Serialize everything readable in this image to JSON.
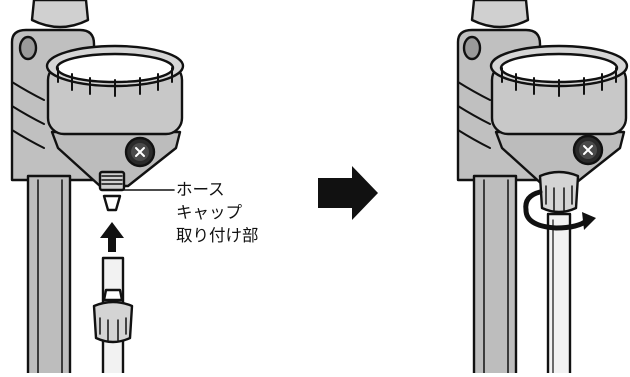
{
  "callout": {
    "lines": [
      "ホース",
      "キャップ",
      "取り付け部"
    ]
  },
  "icons": {
    "step_arrow": "right-arrow-icon",
    "insert_arrow": "up-arrow-icon",
    "rotate_arrow": "rotate-arrow-icon"
  },
  "colors": {
    "outline": "#111111",
    "light_gray": "#d0d0d0",
    "mid_gray": "#b4b4b4",
    "dark_gray": "#8c8c8c",
    "background": "#ffffff"
  }
}
